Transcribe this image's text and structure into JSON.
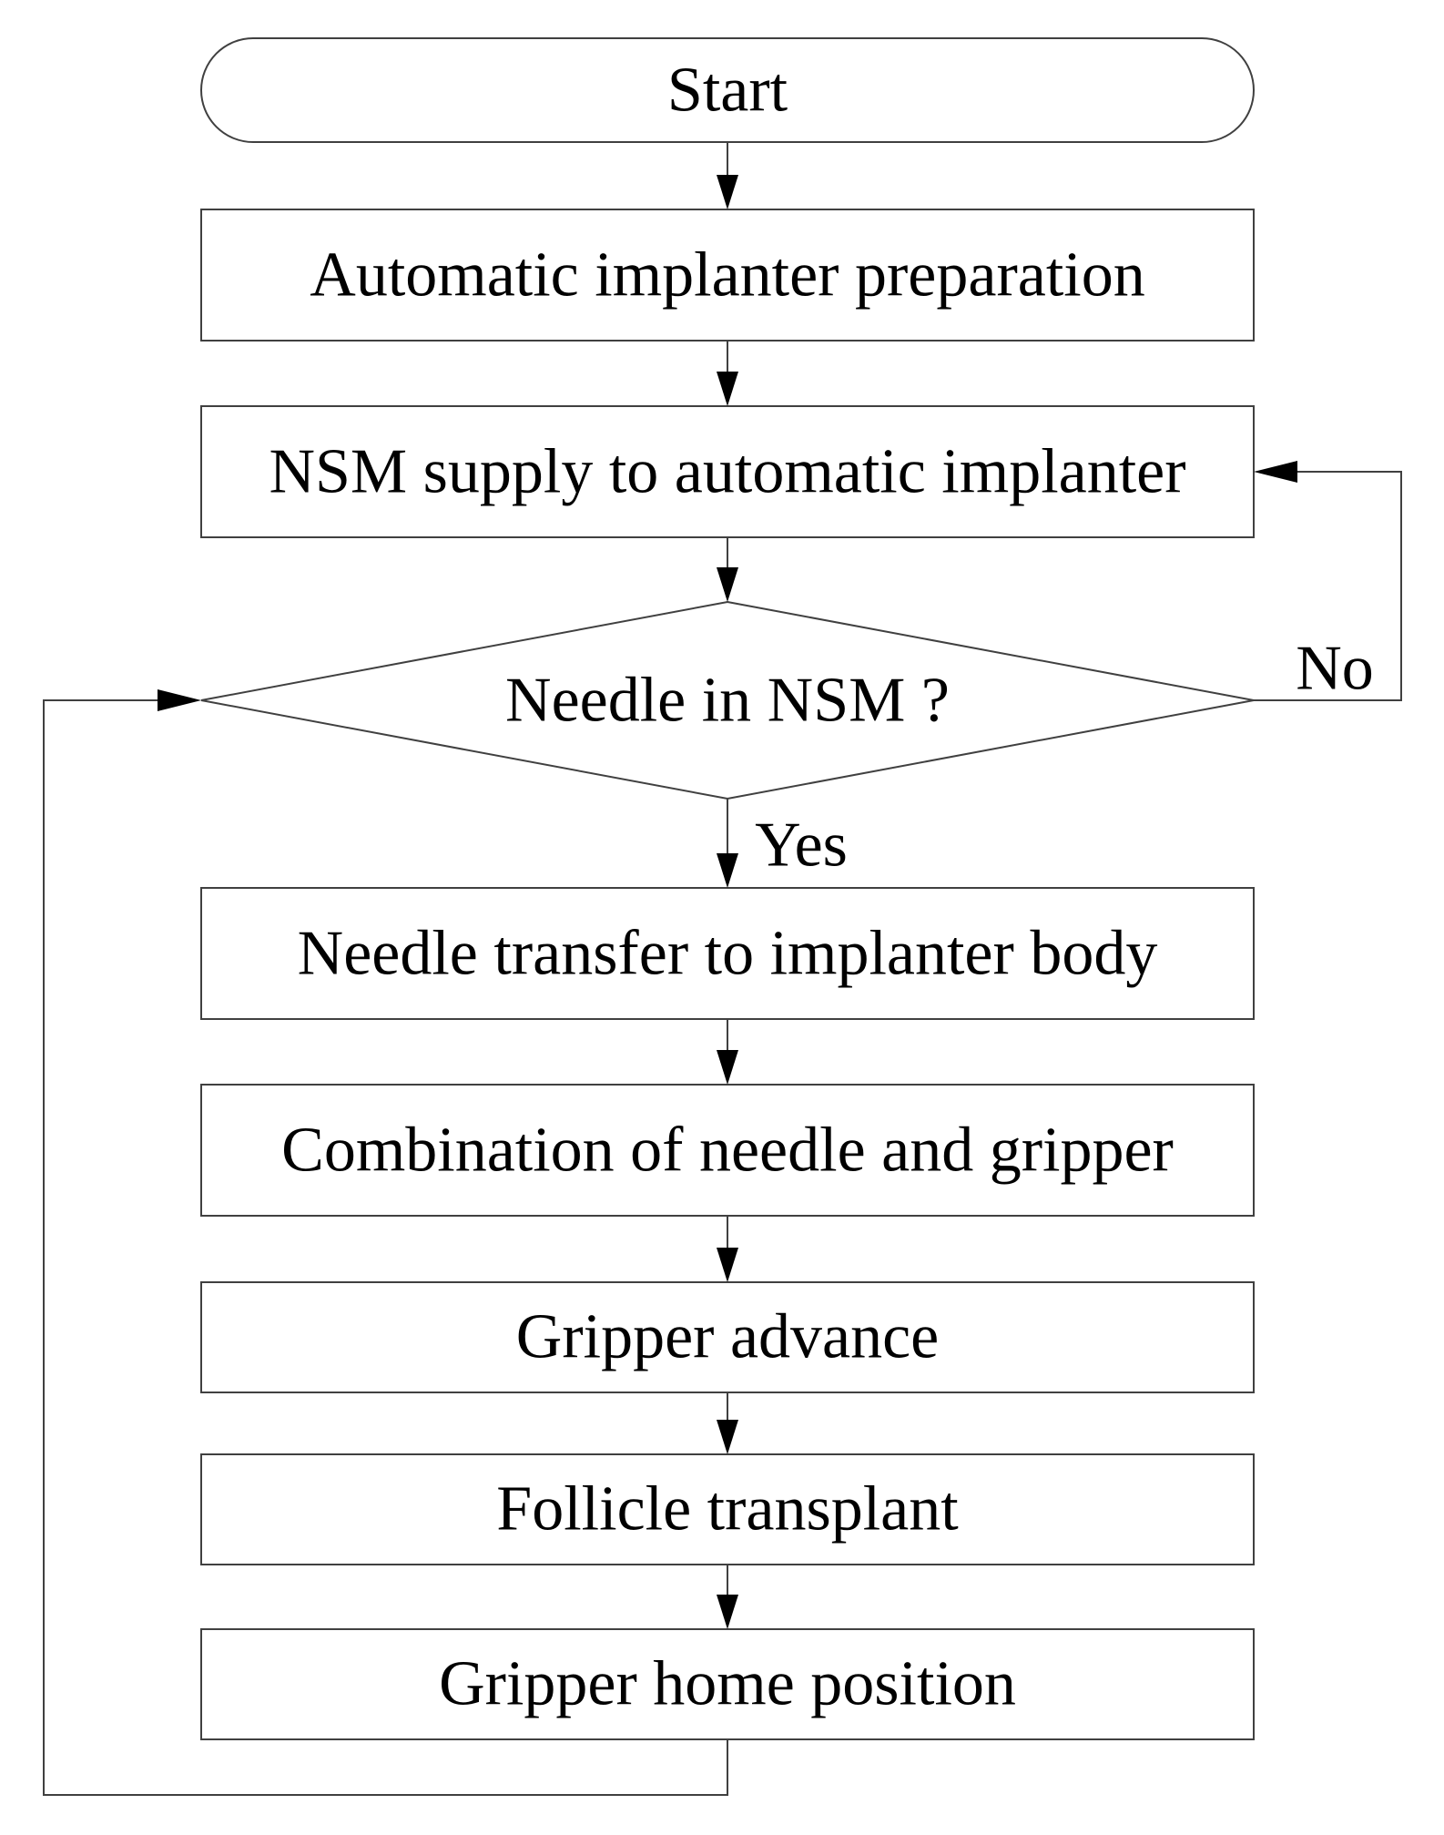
{
  "start": {
    "label": "Start"
  },
  "steps": [
    "Automatic implanter preparation",
    "NSM supply to automatic implanter"
  ],
  "decision": {
    "question": "Needle in NSM ?",
    "yes_label": "Yes",
    "no_label": "No"
  },
  "process": [
    "Needle transfer to implanter body",
    "Combination of needle and gripper",
    "Gripper advance",
    "Follicle transplant",
    "Gripper home position"
  ]
}
